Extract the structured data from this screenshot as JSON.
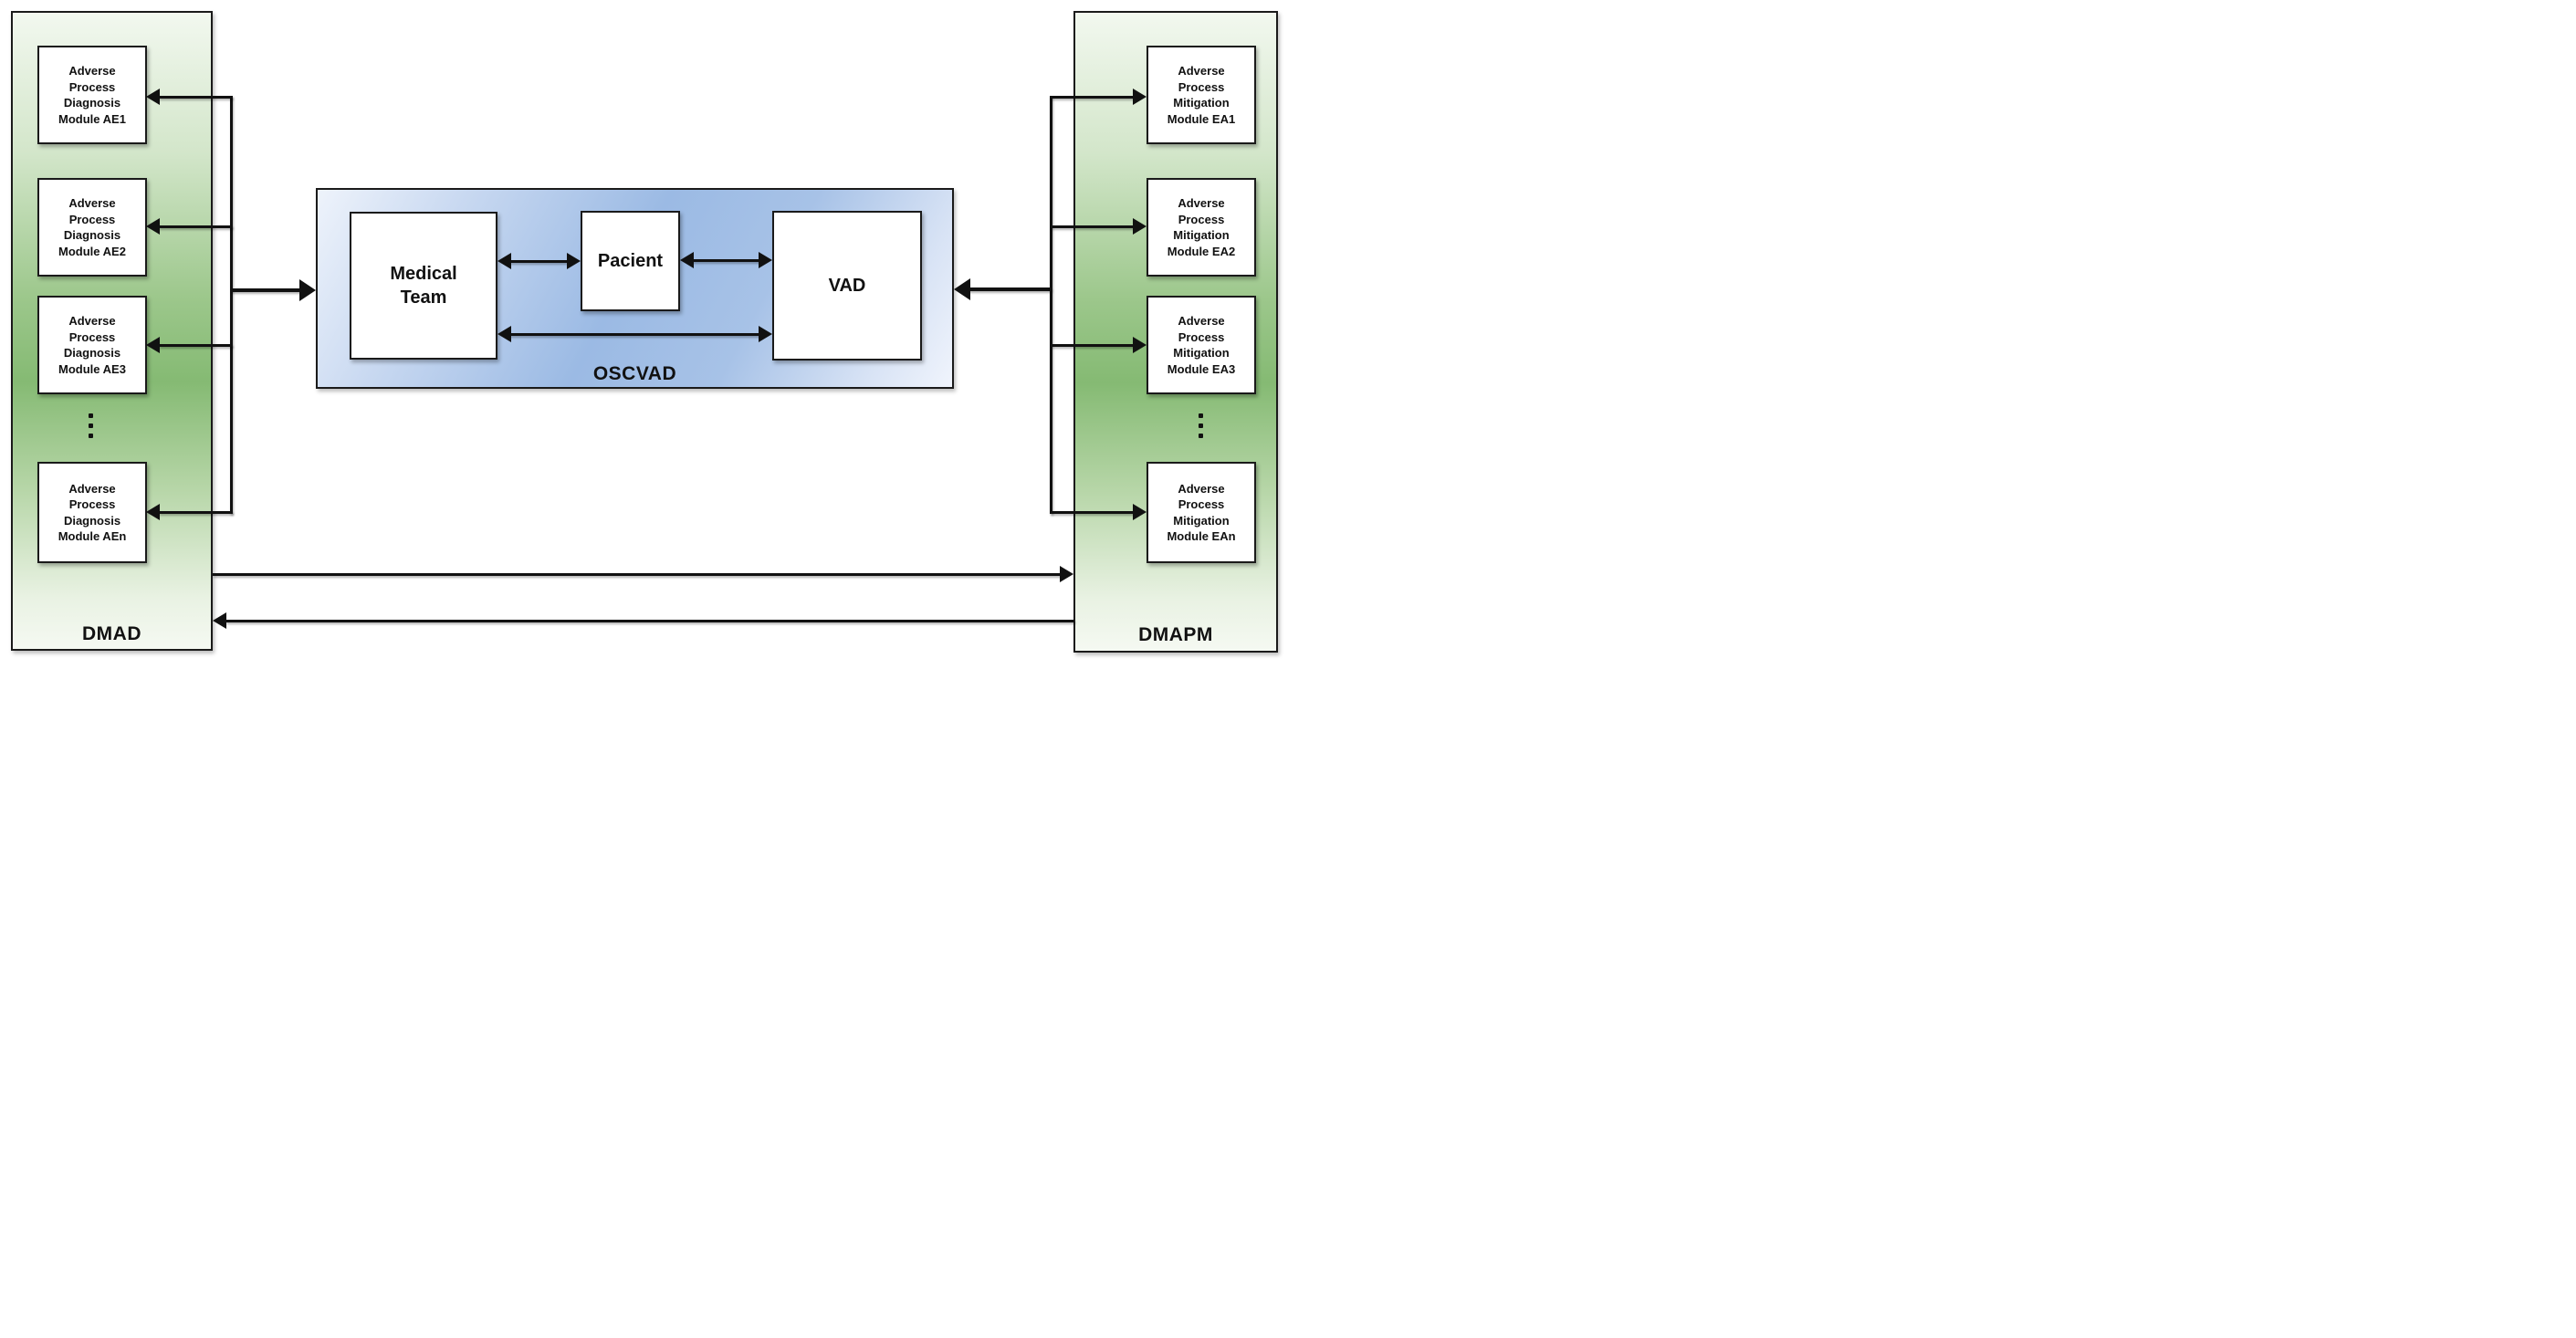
{
  "dmad": {
    "label": "DMAD",
    "modules": [
      {
        "label": "Adverse\nProcess\nDiagnosis\nModule AE1"
      },
      {
        "label": "Adverse\nProcess\nDiagnosis\nModule AE2"
      },
      {
        "label": "Adverse\nProcess\nDiagnosis\nModule AE3"
      },
      {
        "label": "Adverse\nProcess\nDiagnosis\nModule AEn"
      }
    ]
  },
  "dmapm": {
    "label": "DMAPM",
    "modules": [
      {
        "label": "Adverse\nProcess\nMitigation\nModule EA1"
      },
      {
        "label": "Adverse\nProcess\nMitigation\nModule EA2"
      },
      {
        "label": "Adverse\nProcess\nMitigation\nModule EA3"
      },
      {
        "label": "Adverse\nProcess\nMitigation\nModule EAn"
      }
    ]
  },
  "oscvad": {
    "label": "OSCVAD",
    "medical_team": "Medical\nTeam",
    "pacient": "Pacient",
    "vad": "VAD"
  },
  "colors": {
    "panel_green_dark": "#85ba73",
    "panel_green_light": "#f2f8ef",
    "panel_blue_dark": "#9bbae4",
    "panel_blue_light": "#eef3fb",
    "line": "#111111",
    "node_fill": "#ffffff"
  }
}
